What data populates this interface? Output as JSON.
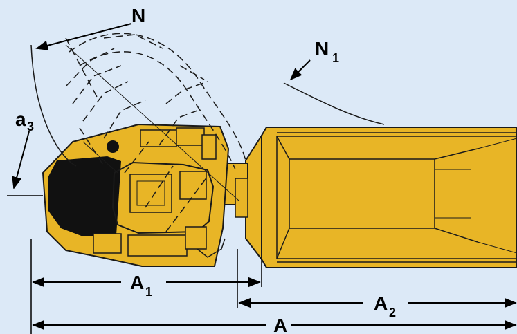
{
  "labels": {
    "n_main": "N",
    "n1_main": "N",
    "n1_sub": "1",
    "a3_main": "a",
    "a3_sub": "3",
    "a1_main": "A",
    "a1_sub": "1",
    "a2_main": "A",
    "a2_sub": "2",
    "a_total": "A"
  },
  "colors": {
    "background": "#dce9f7",
    "body_yellow": "#e8b526",
    "outline": "#1a1a1a",
    "black_panel": "#111111"
  }
}
